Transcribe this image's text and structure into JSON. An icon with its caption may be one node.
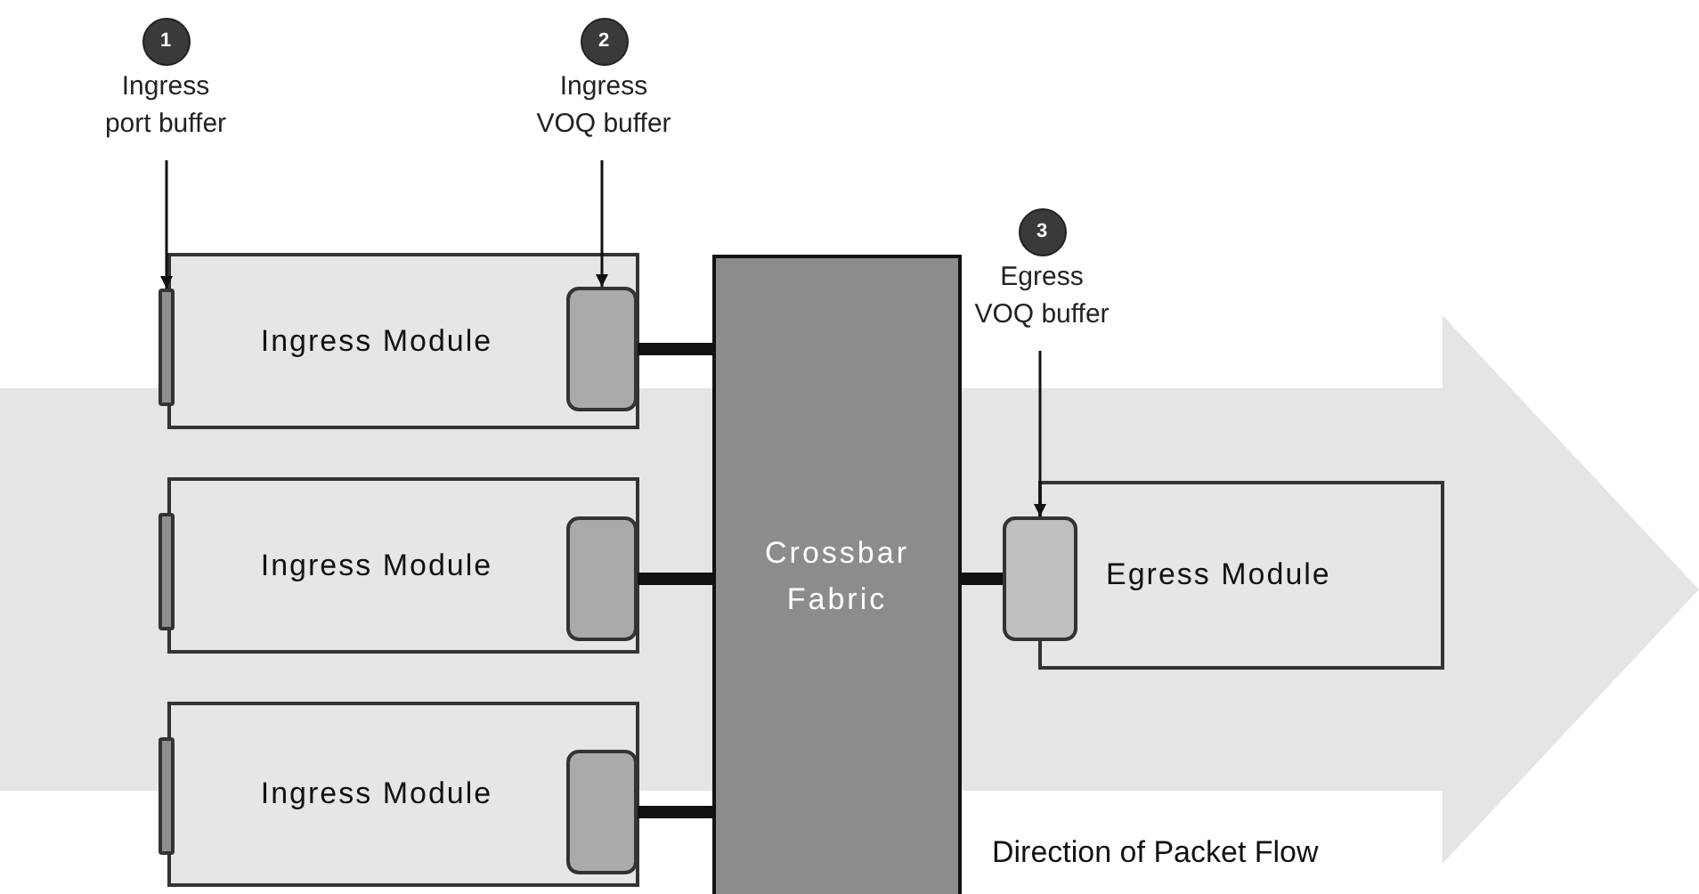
{
  "diagram": {
    "nodes": [
      {
        "text": [
          "1",
          "Ingress port buffer"
        ]
      },
      {
        "text": [
          "2",
          "Ingress VOQ buffer"
        ]
      },
      {
        "text": [
          "3",
          "Egress VOQ buffer"
        ]
      },
      {
        "text": [
          "Ingress Module"
        ]
      },
      {
        "text": [],
        "shape": "bar"
      },
      {
        "text": [],
        "shape": "box",
        "in": 3
      },
      {
        "text": [
          "Ingress Module"
        ]
      },
      {
        "text": [],
        "shape": "bar"
      },
      {
        "text": [],
        "shape": "box",
        "in": 6
      },
      {
        "text": [
          "Ingress Module"
        ]
      },
      {
        "text": [],
        "shape": "bar"
      },
      {
        "text": [],
        "shape": "box",
        "in": 9
      },
      {
        "text": [
          "Crossbar Fabric"
        ]
      },
      {
        "text": [
          "Egress Module"
        ]
      },
      {
        "text": [],
        "shape": "box"
      }
    ],
    "edges": [
      {
        "from": 0,
        "to": 4,
        "arrow": "to"
      },
      {
        "from": 1,
        "to": 5,
        "arrow": "to"
      },
      {
        "from": 2,
        "to": 14,
        "arrow": "to"
      },
      {
        "from": 5,
        "to": 12,
        "arrow": "none"
      },
      {
        "from": 8,
        "to": 12,
        "arrow": "none"
      },
      {
        "from": 11,
        "to": 12,
        "arrow": "none"
      },
      {
        "from": 12,
        "to": 14,
        "arrow": "none"
      }
    ],
    "labels": [
      "Direction of Packet Flow"
    ]
  }
}
